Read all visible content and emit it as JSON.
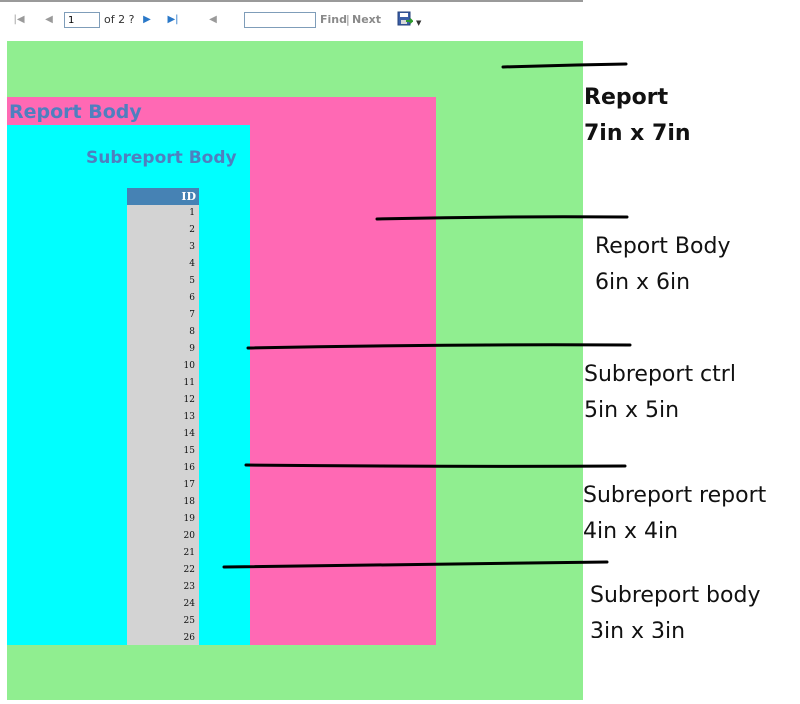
{
  "toolbar": {
    "page_value": "1",
    "page_of": "of 2 ?",
    "find_label": "Find",
    "find_sep": "|",
    "next_label": "Next"
  },
  "report": {
    "report_body_label": "Report Body",
    "subreport_body_label": "Subreport Body",
    "table_header": "ID",
    "rows": [
      "1",
      "2",
      "3",
      "4",
      "5",
      "6",
      "7",
      "8",
      "9",
      "10",
      "11",
      "12",
      "13",
      "14",
      "15",
      "16",
      "17",
      "18",
      "19",
      "20",
      "21",
      "22",
      "23",
      "24",
      "25",
      "26"
    ],
    "colors": {
      "report": "#90ee90",
      "report_body": "#ff69b4",
      "subreport_body": "#00ffff",
      "table_header": "#4682b4",
      "table_cells": "#d3d3d3"
    }
  },
  "annotations": {
    "report": {
      "line1": "Report",
      "line2": "7in x 7in"
    },
    "report_body": {
      "line1": "Report Body",
      "line2": "6in x 6in"
    },
    "subreport_ctrl": {
      "line1": "Subreport ctrl",
      "line2": "5in x 5in"
    },
    "subreport_report": {
      "line1": "Subreport report",
      "line2": "4in x 4in"
    },
    "subreport_body": {
      "line1": "Subreport body",
      "line2": "3in x 3in"
    }
  },
  "icons": {
    "first_page": "first-page-icon",
    "prev_page": "previous-page-icon",
    "next_page": "next-page-icon",
    "last_page": "last-page-icon",
    "back": "back-icon",
    "export": "export-icon",
    "dropdown": "dropdown-arrow-icon"
  }
}
